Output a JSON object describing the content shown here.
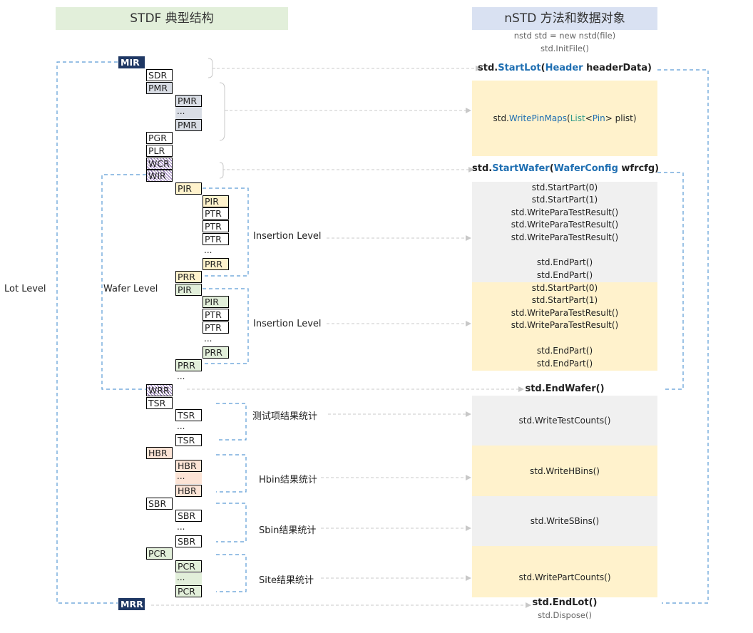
{
  "headers": {
    "left": "STDF 典型结构",
    "right": "nSTD 方法和数据对象"
  },
  "records": {
    "mir": "MIR",
    "sdr": "SDR",
    "pmr": "PMR",
    "pmr_1": "PMR",
    "pmr_ellipsis": "...",
    "pmr_2": "PMR",
    "pgr": "PGR",
    "plr": "PLR",
    "wcr": "WCR",
    "wir": "WIR",
    "pir_a": "PIR",
    "pir_a1": "PIR",
    "ptr_a1": "PTR",
    "ptr_a2": "PTR",
    "ptr_a3": "PTR",
    "part_a_ellipsis": "...",
    "prr_a1": "PRR",
    "prr_a": "PRR",
    "pir_b": "PIR",
    "pir_b1": "PIR",
    "ptr_b1": "PTR",
    "ptr_b2": "PTR",
    "part_b_ellipsis": "...",
    "prr_b1": "PRR",
    "prr_b": "PRR",
    "insertion_ellipsis": "...",
    "wrr": "WRR",
    "tsr": "TSR",
    "tsr_1": "TSR",
    "tsr_ellipsis": "...",
    "tsr_2": "TSR",
    "hbr": "HBR",
    "hbr_1": "HBR",
    "hbr_ellipsis": "...",
    "hbr_2": "HBR",
    "sbr": "SBR",
    "sbr_1": "SBR",
    "sbr_ellipsis": "...",
    "sbr_2": "SBR",
    "pcr": "PCR",
    "pcr_1": "PCR",
    "pcr_ellipsis": "...",
    "pcr_2": "PCR",
    "mrr": "MRR"
  },
  "levels": {
    "lot": "Lot Level",
    "wafer": "Wafer Level",
    "insertion_a": "Insertion Level",
    "insertion_b": "Insertion Level",
    "tsr_stats": "测试项结果统计",
    "hbin_stats": "Hbin结果统计",
    "sbin_stats": "Sbin结果统计",
    "site_stats": "Site结果统计"
  },
  "code": {
    "init_1": "nstd std = new nstd(file)",
    "init_2": "std.InitFile()",
    "start_lot": {
      "obj": "std.",
      "method": "StartLot",
      "open": "(",
      "type": "Header",
      "arg": " headerData)"
    },
    "write_pin_maps": {
      "obj": "std.",
      "method": "WritePinMaps",
      "open": "(",
      "generic": "List",
      "lt": "<",
      "type": "Pin",
      "rest": "> plist)"
    },
    "start_wafer": {
      "obj": "std.",
      "method": "StartWafer",
      "open": "(",
      "type": "WaferConfig",
      "arg": " wfrcfg)"
    },
    "insertion_a": [
      "std.StartPart(0)",
      "std.StartPart(1)",
      "std.WriteParaTestResult()",
      "std.WriteParaTestResult()",
      "std.WriteParaTestResult()",
      "std.EndPart()",
      "std.EndPart()"
    ],
    "insertion_b": [
      "std.StartPart(0)",
      "std.StartPart(1)",
      "std.WriteParaTestResult()",
      "std.WriteParaTestResult()",
      "std.EndPart()",
      "std.EndPart()"
    ],
    "end_wafer": "std.EndWafer()",
    "write_test_counts": "std.WriteTestCounts()",
    "write_hbins": "std.WriteHBins()",
    "write_sbins": "std.WriteSBins()",
    "write_part_counts": "std.WritePartCounts()",
    "end_lot": "std.EndLot()",
    "dispose": "std.Dispose()"
  },
  "colors": {
    "accent_blue": "#5b9bd5",
    "dark_navy": "#1f3864",
    "light_yellow": "#fff2cc",
    "light_green": "#e2efda",
    "light_gray": "#f0f0f0",
    "code_blue": "#1f6fb2"
  }
}
